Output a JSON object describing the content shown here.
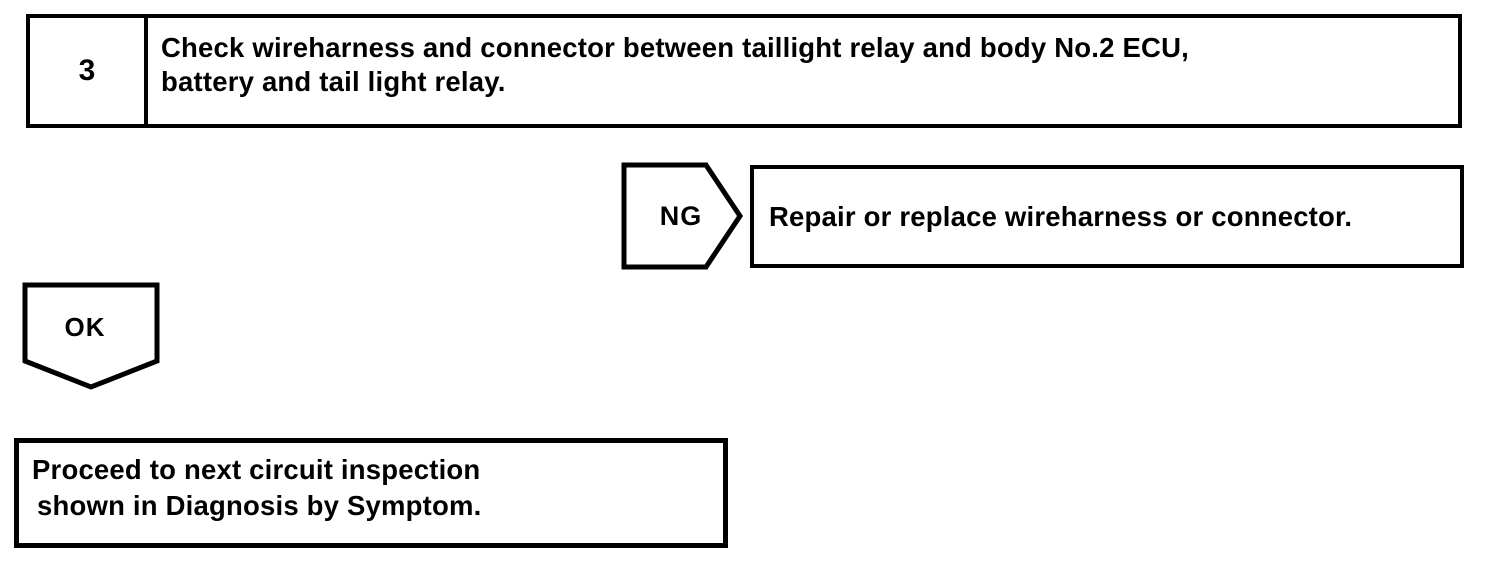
{
  "flowchart": {
    "step": {
      "number": "3",
      "lines": [
        "Check wireharness and connector between taillight relay and body No.2 ECU,",
        "battery and tail light relay."
      ]
    },
    "ng": {
      "label": "NG",
      "action": "Repair or replace wireharness or connector."
    },
    "ok": {
      "label": "OK"
    },
    "result": {
      "lines": [
        "Proceed to next circuit inspection",
        "shown in Diagnosis by Symptom."
      ]
    },
    "colors": {
      "ink": "#000000",
      "paper": "#ffffff"
    }
  }
}
